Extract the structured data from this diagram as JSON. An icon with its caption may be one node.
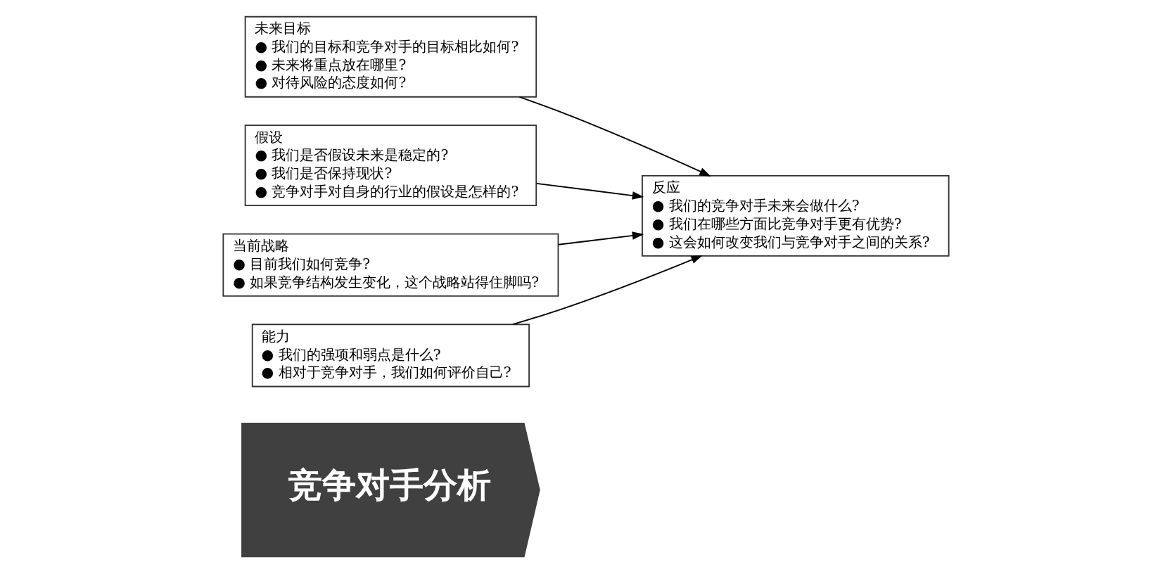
{
  "diagram": {
    "nodes": [
      {
        "text": [
          "竞争对手分析"
        ]
      },
      {
        "text": [
          "未来目标",
          "● 我们的目标和竞争对手的目标相比如何?",
          "● 未来将重点放在哪里?",
          "● 对待风险的态度如何?"
        ]
      },
      {
        "text": [
          "假设",
          "● 我们是否假设未来是稳定的?",
          "● 我们是否保持现状?",
          "● 竞争对手对自身的行业的假设是怎样的?"
        ]
      },
      {
        "text": [
          "当前战略",
          "● 目前我们如何竞争?",
          "● 如果竞争结构发生变化，这个战略站得住脚吗?"
        ]
      },
      {
        "text": [
          "能力",
          "● 我们的强项和弱点是什么?",
          "● 相对于竞争对手，我们如何评价自己?"
        ]
      },
      {
        "text": [
          "反应",
          "● 我们的竞争对手未来会做什么?",
          "● 我们在哪些方面比竞争对手更有优势?",
          "● 这会如何改变我们与竞争对手之间的关系?"
        ]
      }
    ],
    "edges": [
      {
        "from": 1,
        "to": 5,
        "arrow": "to"
      },
      {
        "from": 2,
        "to": 5,
        "arrow": "to"
      },
      {
        "from": 3,
        "to": 5,
        "arrow": "to"
      },
      {
        "from": 4,
        "to": 5,
        "arrow": "to"
      }
    ]
  }
}
